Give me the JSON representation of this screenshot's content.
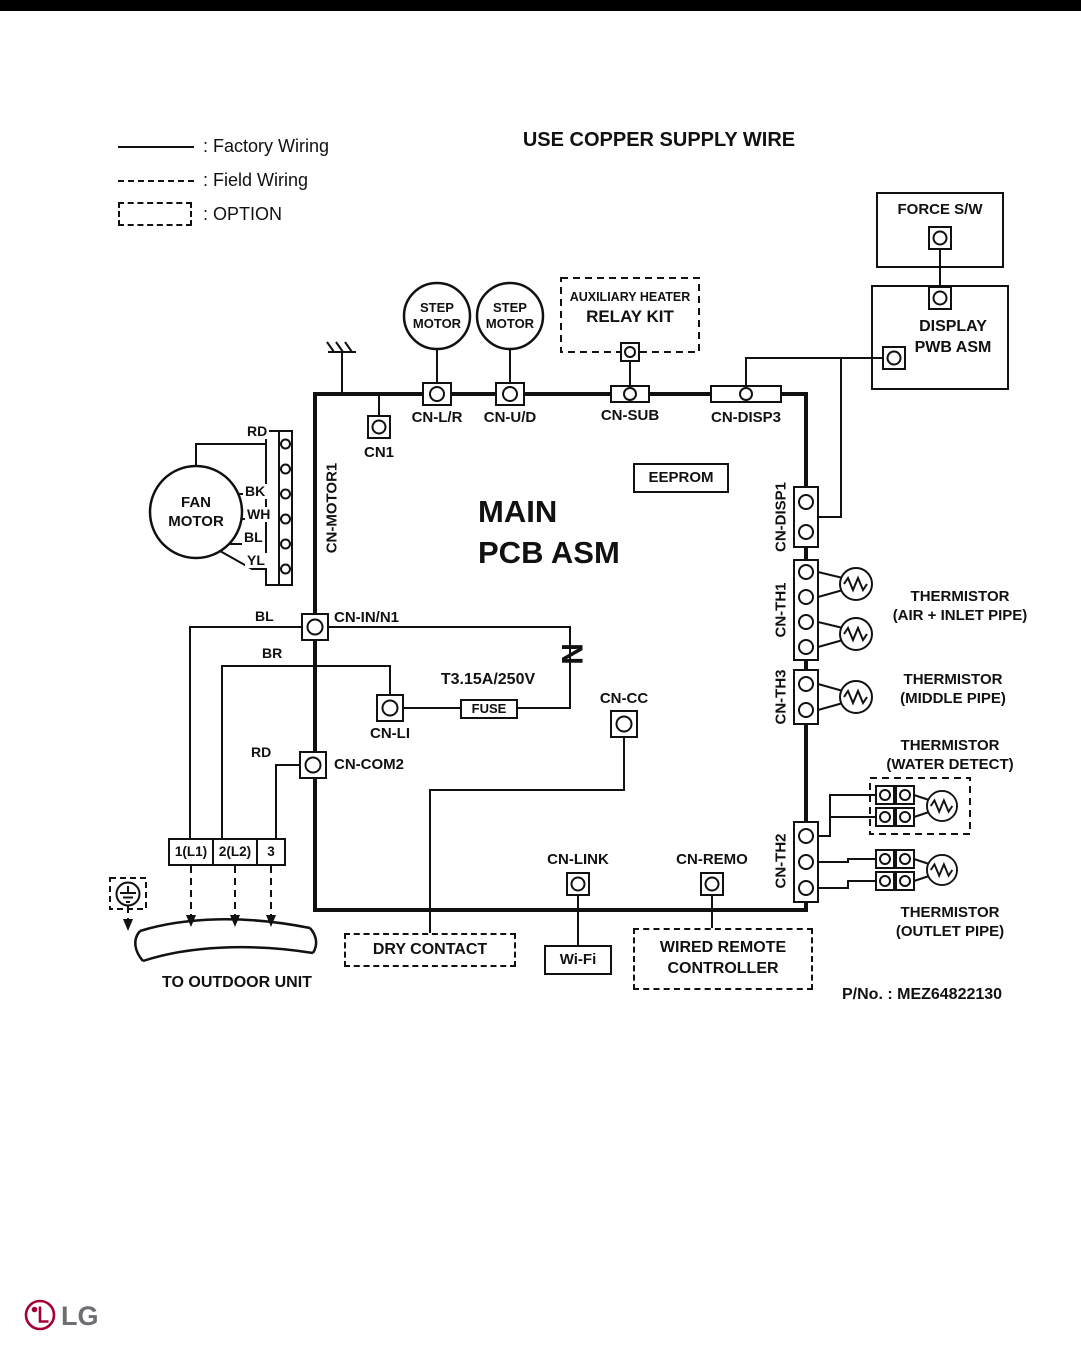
{
  "header": {
    "title": "USE COPPER SUPPLY WIRE"
  },
  "legend": {
    "factory": ": Factory Wiring",
    "field": ": Field Wiring",
    "option": ": OPTION"
  },
  "pcb": {
    "name_line1": "MAIN",
    "name_line2": "PCB ASM",
    "eeprom": "EEPROM"
  },
  "motors": {
    "step1_line1": "STEP",
    "step1_line2": "MOTOR",
    "step2_line1": "STEP",
    "step2_line2": "MOTOR",
    "fan_line1": "FAN",
    "fan_line2": "MOTOR"
  },
  "boxes": {
    "force_sw": "FORCE S/W",
    "display_line1": "DISPLAY",
    "display_line2": "PWB ASM",
    "aux_line1": "AUXILIARY HEATER",
    "aux_line2": "RELAY KIT",
    "dry_contact": "DRY CONTACT",
    "wifi": "Wi-Fi",
    "remote_line1": "WIRED REMOTE",
    "remote_line2": "CONTROLLER"
  },
  "connectors": {
    "cn1": "CN1",
    "cn_lr": "CN-L/R",
    "cn_ud": "CN-U/D",
    "cn_sub": "CN-SUB",
    "cn_disp3": "CN-DISP3",
    "cn_disp1": "CN-DISP1",
    "cn_th1": "CN-TH1",
    "cn_th3": "CN-TH3",
    "cn_th2": "CN-TH2",
    "cn_motor1": "CN-MOTOR1",
    "cn_in_n1": "CN-IN/N1",
    "cn_li": "CN-LI",
    "cn_cc": "CN-CC",
    "cn_com2": "CN-COM2",
    "cn_link": "CN-LINK",
    "cn_remo": "CN-REMO"
  },
  "thermistors": {
    "air_line1": "THERMISTOR",
    "air_line2": "(AIR + INLET PIPE)",
    "middle_line1": "THERMISTOR",
    "middle_line2": "(MIDDLE PIPE)",
    "water_line1": "THERMISTOR",
    "water_line2": "(WATER DETECT)",
    "outlet_line1": "THERMISTOR",
    "outlet_line2": "(OUTLET PIPE)"
  },
  "wire_labels": {
    "rd_top": "RD",
    "bk": "BK",
    "wh": "WH",
    "bl_motor": "BL",
    "yl": "YL",
    "bl_in": "BL",
    "br": "BR",
    "rd_com": "RD",
    "neutral": "N"
  },
  "fuse": {
    "rating": "T3.15A/250V",
    "label": "FUSE"
  },
  "terminal_block": {
    "t1": "1(L1)",
    "t2": "2(L2)",
    "t3": "3"
  },
  "footer": {
    "outdoor": "TO OUTDOOR UNIT",
    "part_no": "P/No. : MEZ64822130"
  },
  "branding": {
    "logo_text": "LG"
  },
  "colors": {
    "line": "#111111",
    "lg_crimson": "#a50034",
    "lg_gray": "#6d6e71"
  }
}
